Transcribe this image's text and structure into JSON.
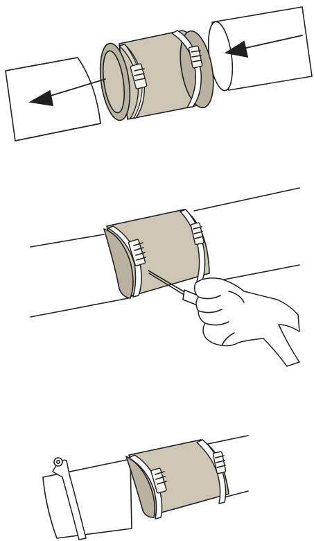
{
  "diagram": {
    "type": "instruction-illustration",
    "steps": [
      {
        "name": "slide-pipes-into-coupling",
        "visible_text": ""
      },
      {
        "name": "tighten-clamp-with-screwdriver",
        "visible_text": ""
      },
      {
        "name": "support-pipe-with-hanger",
        "visible_text": ""
      }
    ]
  },
  "colors": {
    "outline": "#1f1f1f",
    "coupling_rubber": "#cdc6b7",
    "coupling_rubber_end": "#b9b1a1",
    "clamp_band": "#ffffff",
    "background": "#ffffff"
  },
  "icons": {
    "arrow_left": "arrow-left-icon",
    "screwdriver": "screwdriver-icon",
    "hand": "hand-icon",
    "pipe_hanger": "pipe-hanger-icon",
    "worm_gear_clamp": "clamp-icon"
  }
}
